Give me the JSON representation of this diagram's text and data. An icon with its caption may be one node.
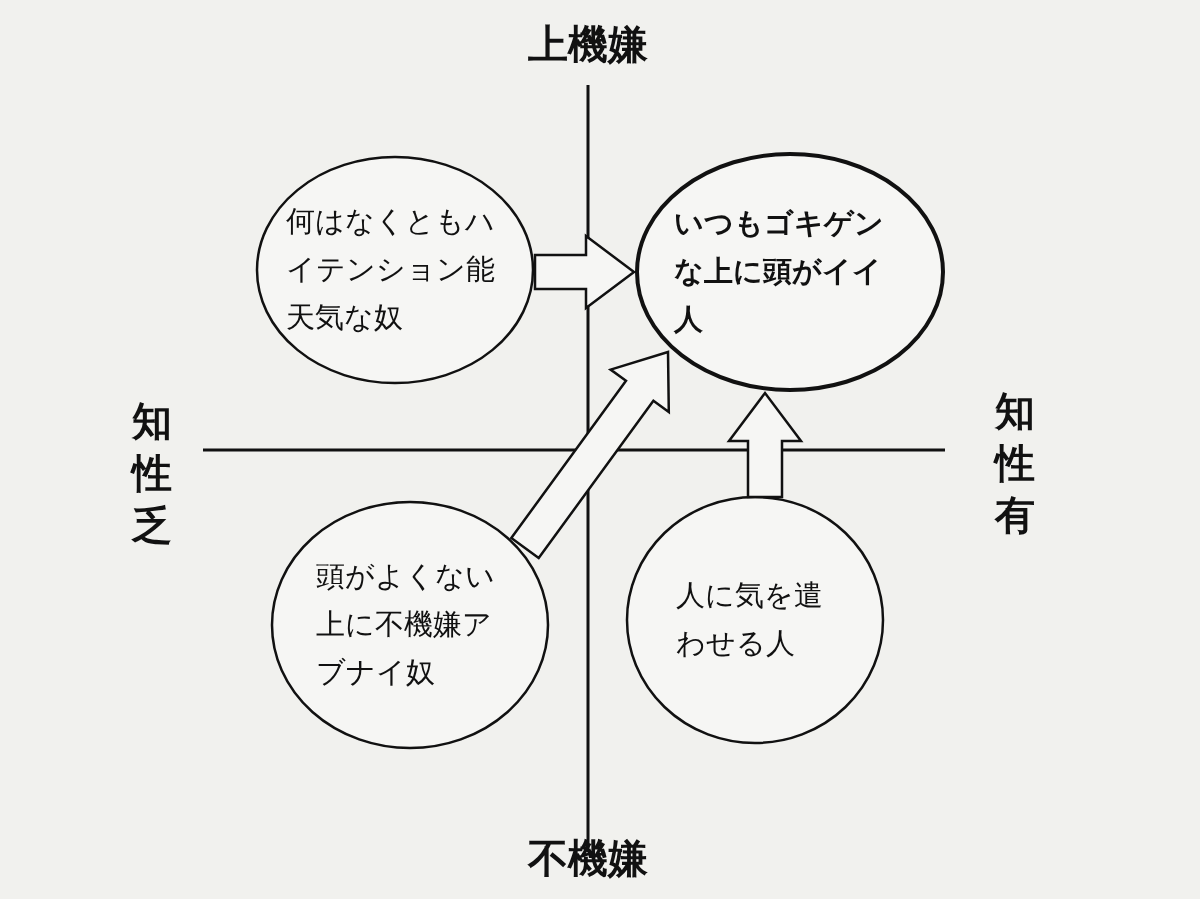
{
  "diagram": {
    "nodes": [
      {
        "text": [
          "何はなくともハイテンション能天気な奴"
        ]
      },
      {
        "text": [
          "いつもゴキゲンな上に頭がイイ人"
        ]
      },
      {
        "text": [
          "頭がよくない上に不機嫌アブナイ奴"
        ]
      },
      {
        "text": [
          "人に気を遣わせる人"
        ]
      }
    ],
    "edges": [
      {
        "from": 0,
        "to": 1,
        "arrow": "to"
      },
      {
        "from": 2,
        "to": 1,
        "arrow": "to"
      },
      {
        "from": 3,
        "to": 1,
        "arrow": "to"
      }
    ],
    "labels": [
      "上機嫌",
      "知性乏",
      "知性有",
      "不機嫌"
    ]
  }
}
